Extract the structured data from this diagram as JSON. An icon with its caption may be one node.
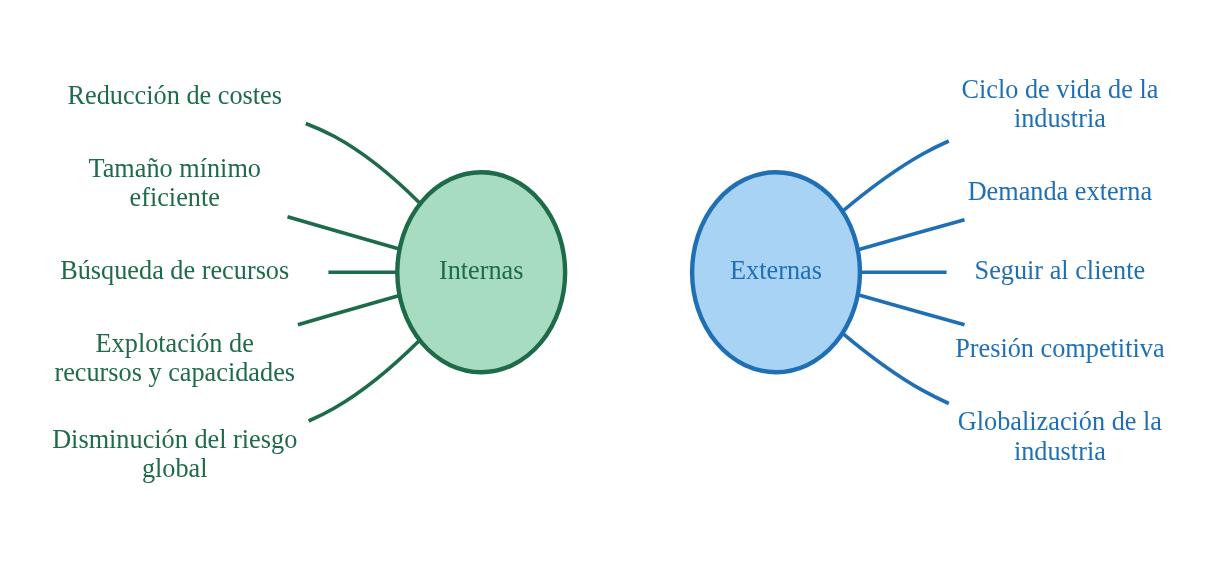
{
  "diagram": {
    "nodes": [
      {
        "text": [
          "Reducción de costes"
        ]
      },
      {
        "text": [
          "Tamaño mínimo eficiente"
        ]
      },
      {
        "text": [
          "Búsqueda de recursos"
        ]
      },
      {
        "text": [
          "Explotación de recursos y capacidades"
        ]
      },
      {
        "text": [
          "Disminución del riesgo global"
        ]
      },
      {
        "text": [
          "Internas"
        ]
      },
      {
        "text": [
          "Externas"
        ]
      },
      {
        "text": [
          "Ciclo de vida de la industria"
        ]
      },
      {
        "text": [
          "Demanda externa"
        ]
      },
      {
        "text": [
          "Seguir al cliente"
        ]
      },
      {
        "text": [
          "Presión competitiva"
        ]
      },
      {
        "text": [
          "Globalización de la industria"
        ]
      }
    ],
    "edges": [
      {
        "from": 0,
        "to": 5,
        "arrow": "none",
        "color": "#1e6b4a"
      },
      {
        "from": 1,
        "to": 5,
        "arrow": "none",
        "color": "#1e6b4a"
      },
      {
        "from": 2,
        "to": 5,
        "arrow": "none",
        "color": "#1e6b4a"
      },
      {
        "from": 3,
        "to": 5,
        "arrow": "none",
        "color": "#1e6b4a"
      },
      {
        "from": 4,
        "to": 5,
        "arrow": "none",
        "color": "#1e6b4a"
      },
      {
        "from": 6,
        "to": 7,
        "arrow": "none",
        "color": "#1f6fb5"
      },
      {
        "from": 6,
        "to": 8,
        "arrow": "none",
        "color": "#1f6fb5"
      },
      {
        "from": 6,
        "to": 9,
        "arrow": "none",
        "color": "#1f6fb5"
      },
      {
        "from": 6,
        "to": 10,
        "arrow": "none",
        "color": "#1f6fb5"
      },
      {
        "from": 6,
        "to": 11,
        "arrow": "none",
        "color": "#1f6fb5"
      }
    ]
  }
}
